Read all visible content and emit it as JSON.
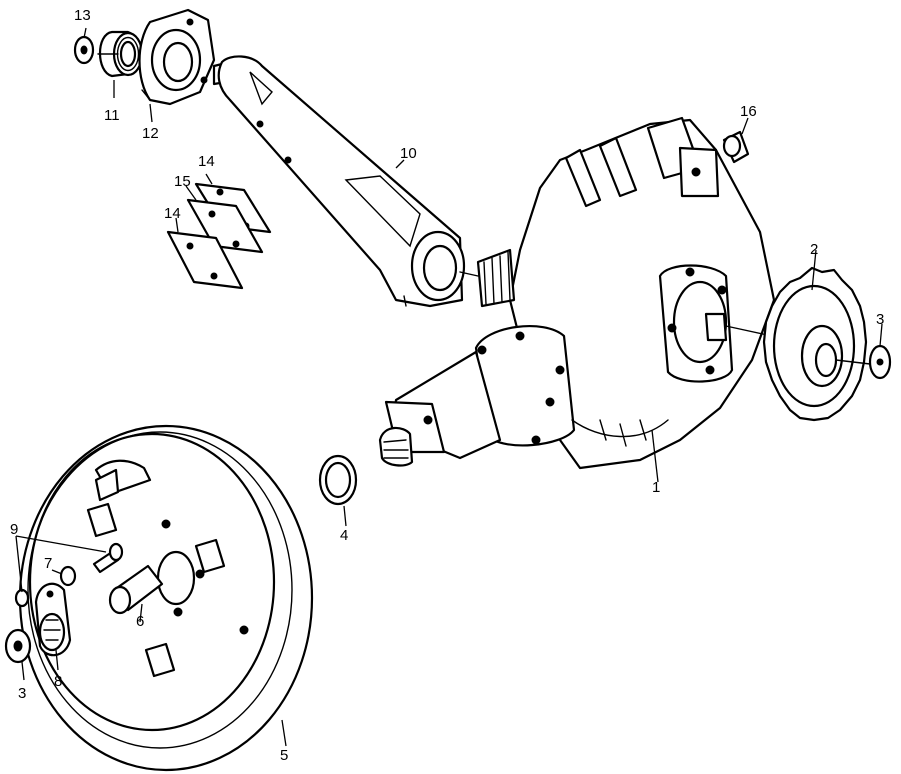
{
  "diagram": {
    "callouts": [
      {
        "id": "c1",
        "label": "1"
      },
      {
        "id": "c2",
        "label": "2"
      },
      {
        "id": "c3a",
        "label": "3"
      },
      {
        "id": "c3b",
        "label": "3"
      },
      {
        "id": "c4",
        "label": "4"
      },
      {
        "id": "c5",
        "label": "5"
      },
      {
        "id": "c6",
        "label": "6"
      },
      {
        "id": "c7",
        "label": "7"
      },
      {
        "id": "c8",
        "label": "8"
      },
      {
        "id": "c9",
        "label": "9"
      },
      {
        "id": "c10",
        "label": "10"
      },
      {
        "id": "c11",
        "label": "11"
      },
      {
        "id": "c12",
        "label": "12"
      },
      {
        "id": "c13",
        "label": "13"
      },
      {
        "id": "c14a",
        "label": "14"
      },
      {
        "id": "c14b",
        "label": "14"
      },
      {
        "id": "c15",
        "label": "15"
      },
      {
        "id": "c16",
        "label": "16"
      }
    ],
    "colors": {
      "ink": "#000000",
      "paper": "#ffffff"
    }
  }
}
